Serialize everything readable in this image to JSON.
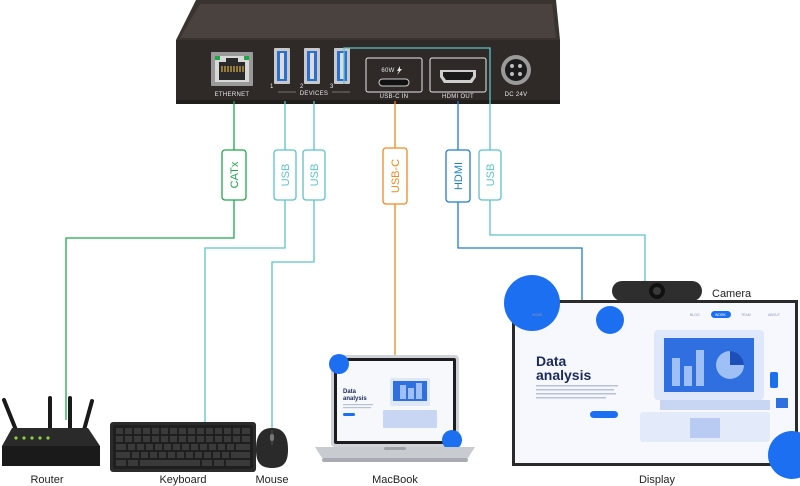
{
  "hub": {
    "ethernet_label": "ETHERNET",
    "devices_label": "DEVICES",
    "usbc_label": "USB-C IN",
    "hdmi_label": "HDMI OUT",
    "dc_label": "DC 24V",
    "power_badge": "60W",
    "port_numbers": [
      "1",
      "2",
      "3"
    ]
  },
  "cables": [
    {
      "label": "CATx",
      "color": "#1fa84a"
    },
    {
      "label": "USB",
      "color": "#5cc4c9"
    },
    {
      "label": "USB",
      "color": "#5cc4c9"
    },
    {
      "label": "USB-C",
      "color": "#ef8a1e"
    },
    {
      "label": "HDMI",
      "color": "#1e7fc8"
    },
    {
      "label": "USB",
      "color": "#5cc4c9"
    }
  ],
  "devices": {
    "router": "Router",
    "keyboard": "Keyboard",
    "mouse": "Mouse",
    "macbook": "MacBook",
    "display": "Display",
    "camera": "Camera"
  },
  "screen": {
    "title_line1": "Data",
    "title_line2": "analysis",
    "nav": [
      "HOME",
      "BLOG",
      "WORK",
      "TEAM",
      "ABOUT"
    ]
  },
  "laptop_screen": {
    "title_line1": "Data",
    "title_line2": "analysis"
  }
}
